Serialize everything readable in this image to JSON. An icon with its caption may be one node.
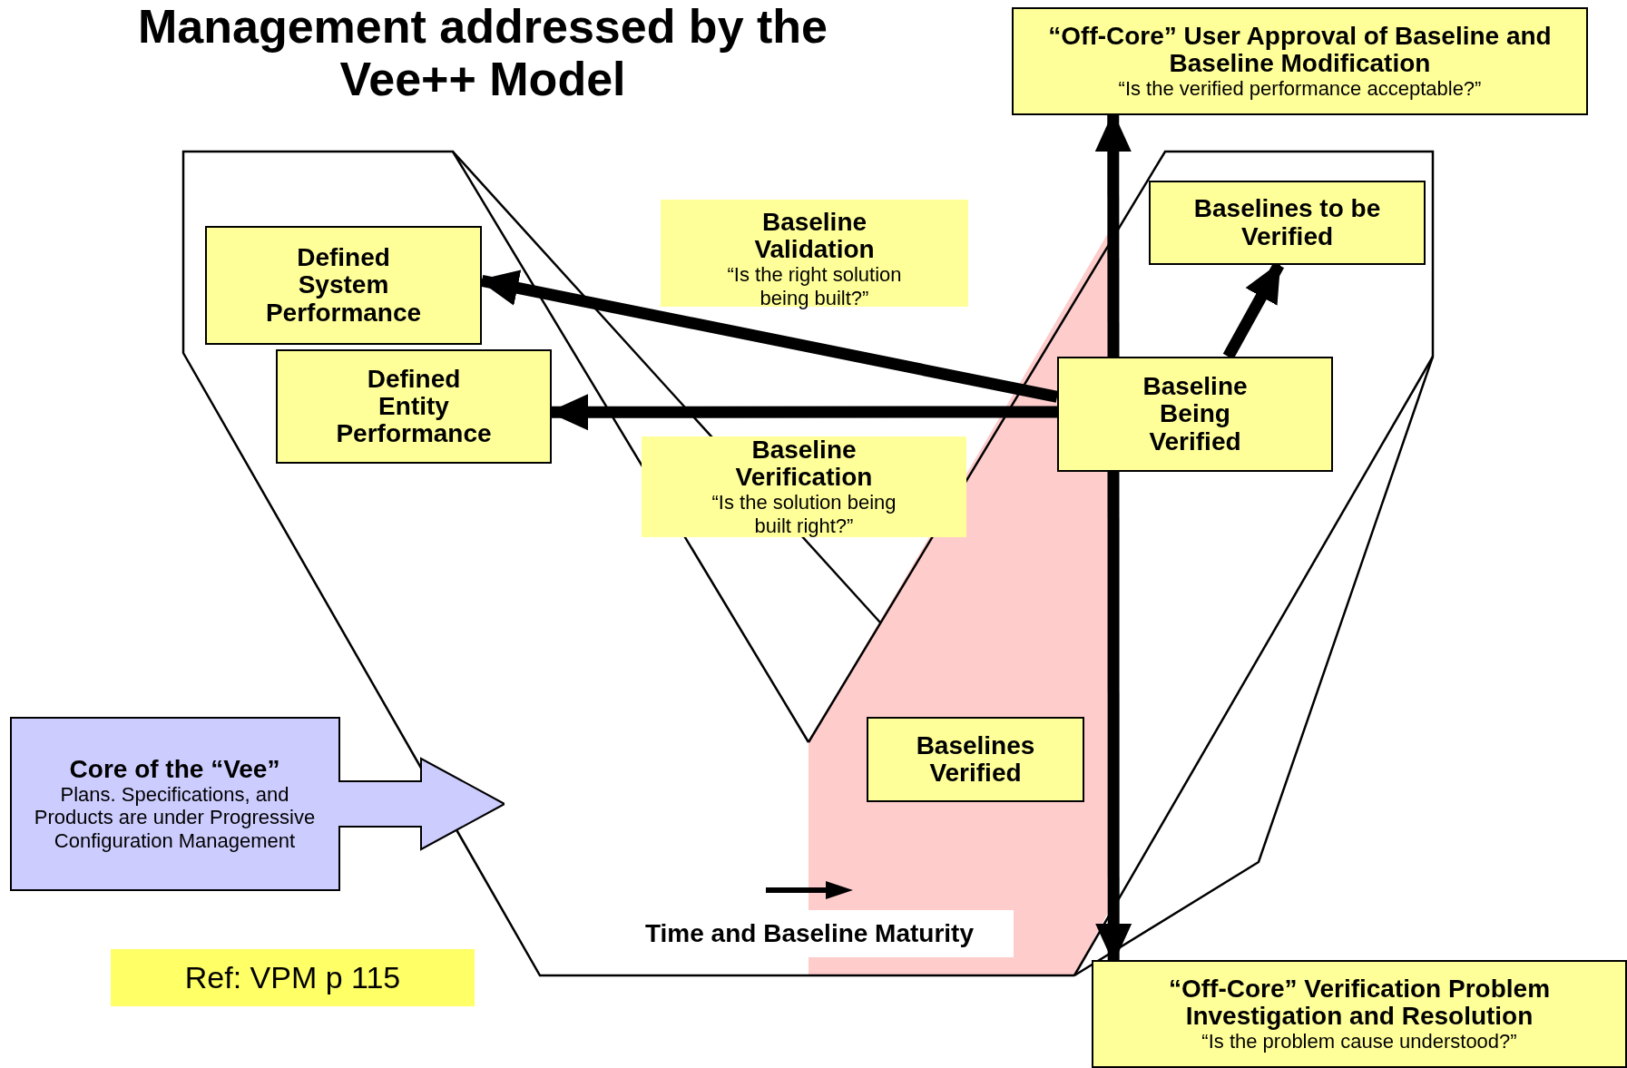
{
  "diagram": {
    "title": "Management addressed by the Vee++ Model",
    "nodes": [
      {
        "text": [
          "Defined System Performance"
        ]
      },
      {
        "text": [
          "Defined Entity Performance"
        ]
      },
      {
        "text": [
          "Baseline Validation",
          "“Is the right solution being built?”"
        ]
      },
      {
        "text": [
          "Baseline Verification",
          "“Is the solution being built right?”"
        ]
      },
      {
        "text": [
          "Baseline Being Verified"
        ]
      },
      {
        "text": [
          "Baselines to be Verified"
        ]
      },
      {
        "text": [
          "“Off-Core” User Approval of Baseline and Baseline Modification",
          "“Is the verified performance acceptable?”"
        ]
      },
      {
        "text": [
          "“Off-Core” Verification Problem Investigation and Resolution",
          "“Is the problem cause understood?”"
        ]
      },
      {
        "text": [
          "Baselines Verified"
        ]
      },
      {
        "text": [
          "Core of the “Vee”",
          "Plans. Specifications, and Products are under Progressive Configuration Management"
        ]
      }
    ],
    "edges": [
      {
        "from": 4,
        "to": 0,
        "arrow": "to"
      },
      {
        "from": 4,
        "to": 1,
        "arrow": "to"
      },
      {
        "from": 4,
        "to": 5,
        "arrow": "to"
      },
      {
        "from": 4,
        "to": 6,
        "arrow": "to"
      },
      {
        "from": 4,
        "to": 7,
        "arrow": "to"
      }
    ],
    "labels": [
      "Time and Baseline Maturity",
      "Ref: VPM p 115"
    ]
  }
}
